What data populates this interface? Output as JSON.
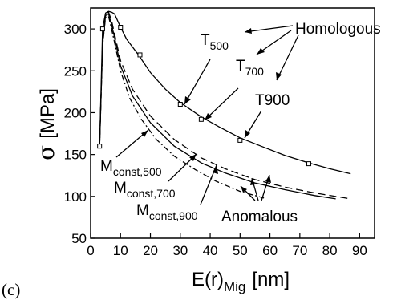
{
  "chart_data": {
    "type": "line",
    "panel_label": "(c)",
    "xlabel": {
      "main": "E(r)",
      "sub": "Mig",
      "unit": "[nm]"
    },
    "ylabel": {
      "main": "σ",
      "unit": "[MPa]"
    },
    "xlim": [
      0,
      95
    ],
    "ylim": [
      50,
      325
    ],
    "xticks": [
      "0",
      "10",
      "20",
      "30",
      "40",
      "50",
      "60",
      "70",
      "80",
      "90"
    ],
    "yticks": [
      "50",
      "100",
      "150",
      "200",
      "250",
      "300"
    ],
    "grid": false,
    "series": [
      {
        "name": "T500",
        "style": "solid",
        "x": [
          3,
          4,
          5,
          6,
          7,
          8,
          10,
          12,
          16,
          20,
          25,
          30,
          37,
          43,
          50,
          57,
          65,
          73,
          80,
          87
        ],
        "y": [
          160,
          300,
          319,
          321,
          320,
          318,
          302,
          288,
          269,
          248,
          228,
          212,
          195,
          183,
          170,
          160,
          149,
          140,
          133,
          127
        ]
      },
      {
        "name": "Mconst,900",
        "style": "dashed",
        "x": [
          3,
          4,
          5,
          6,
          7,
          8,
          10,
          14,
          20,
          28,
          37,
          45,
          55,
          65,
          75,
          87
        ],
        "y": [
          160,
          285,
          318,
          320,
          310,
          294,
          262,
          228,
          196,
          168,
          146,
          133,
          120,
          111,
          104,
          97
        ]
      },
      {
        "name": "Mconst,700",
        "style": "solid",
        "x": [
          3,
          4,
          5,
          6,
          7,
          8,
          10,
          14,
          20,
          28,
          37,
          45,
          55,
          65,
          75,
          82
        ],
        "y": [
          160,
          282,
          316,
          318,
          305,
          290,
          256,
          220,
          188,
          160,
          140,
          128,
          116,
          108,
          101,
          97
        ]
      },
      {
        "name": "Mconst,500",
        "style": "dash-dot",
        "x": [
          3,
          4,
          5,
          6,
          7,
          8,
          10,
          13,
          17,
          22,
          28,
          35,
          42,
          50,
          58
        ],
        "y": [
          160,
          280,
          314,
          315,
          300,
          284,
          250,
          218,
          192,
          168,
          148,
          132,
          118,
          106,
          98
        ]
      }
    ],
    "markers": {
      "series": "T500",
      "x": [
        3,
        4,
        10,
        16.5,
        30,
        37,
        50,
        73
      ],
      "y": [
        160,
        300,
        302,
        269,
        210,
        192,
        167,
        139
      ]
    },
    "annotations": [
      {
        "id": "homologous",
        "text": "Homologous"
      },
      {
        "id": "t500",
        "text": "T",
        "sub": "500"
      },
      {
        "id": "t700",
        "text": "T",
        "sub": "700"
      },
      {
        "id": "t900",
        "text": "T900",
        "sub": ""
      },
      {
        "id": "m500",
        "text": "M",
        "sub": "const,500"
      },
      {
        "id": "m700",
        "text": "M",
        "sub": "const,700"
      },
      {
        "id": "m900",
        "text": "M",
        "sub": "const,900"
      },
      {
        "id": "anomalous",
        "text": "Anomalous"
      }
    ]
  }
}
